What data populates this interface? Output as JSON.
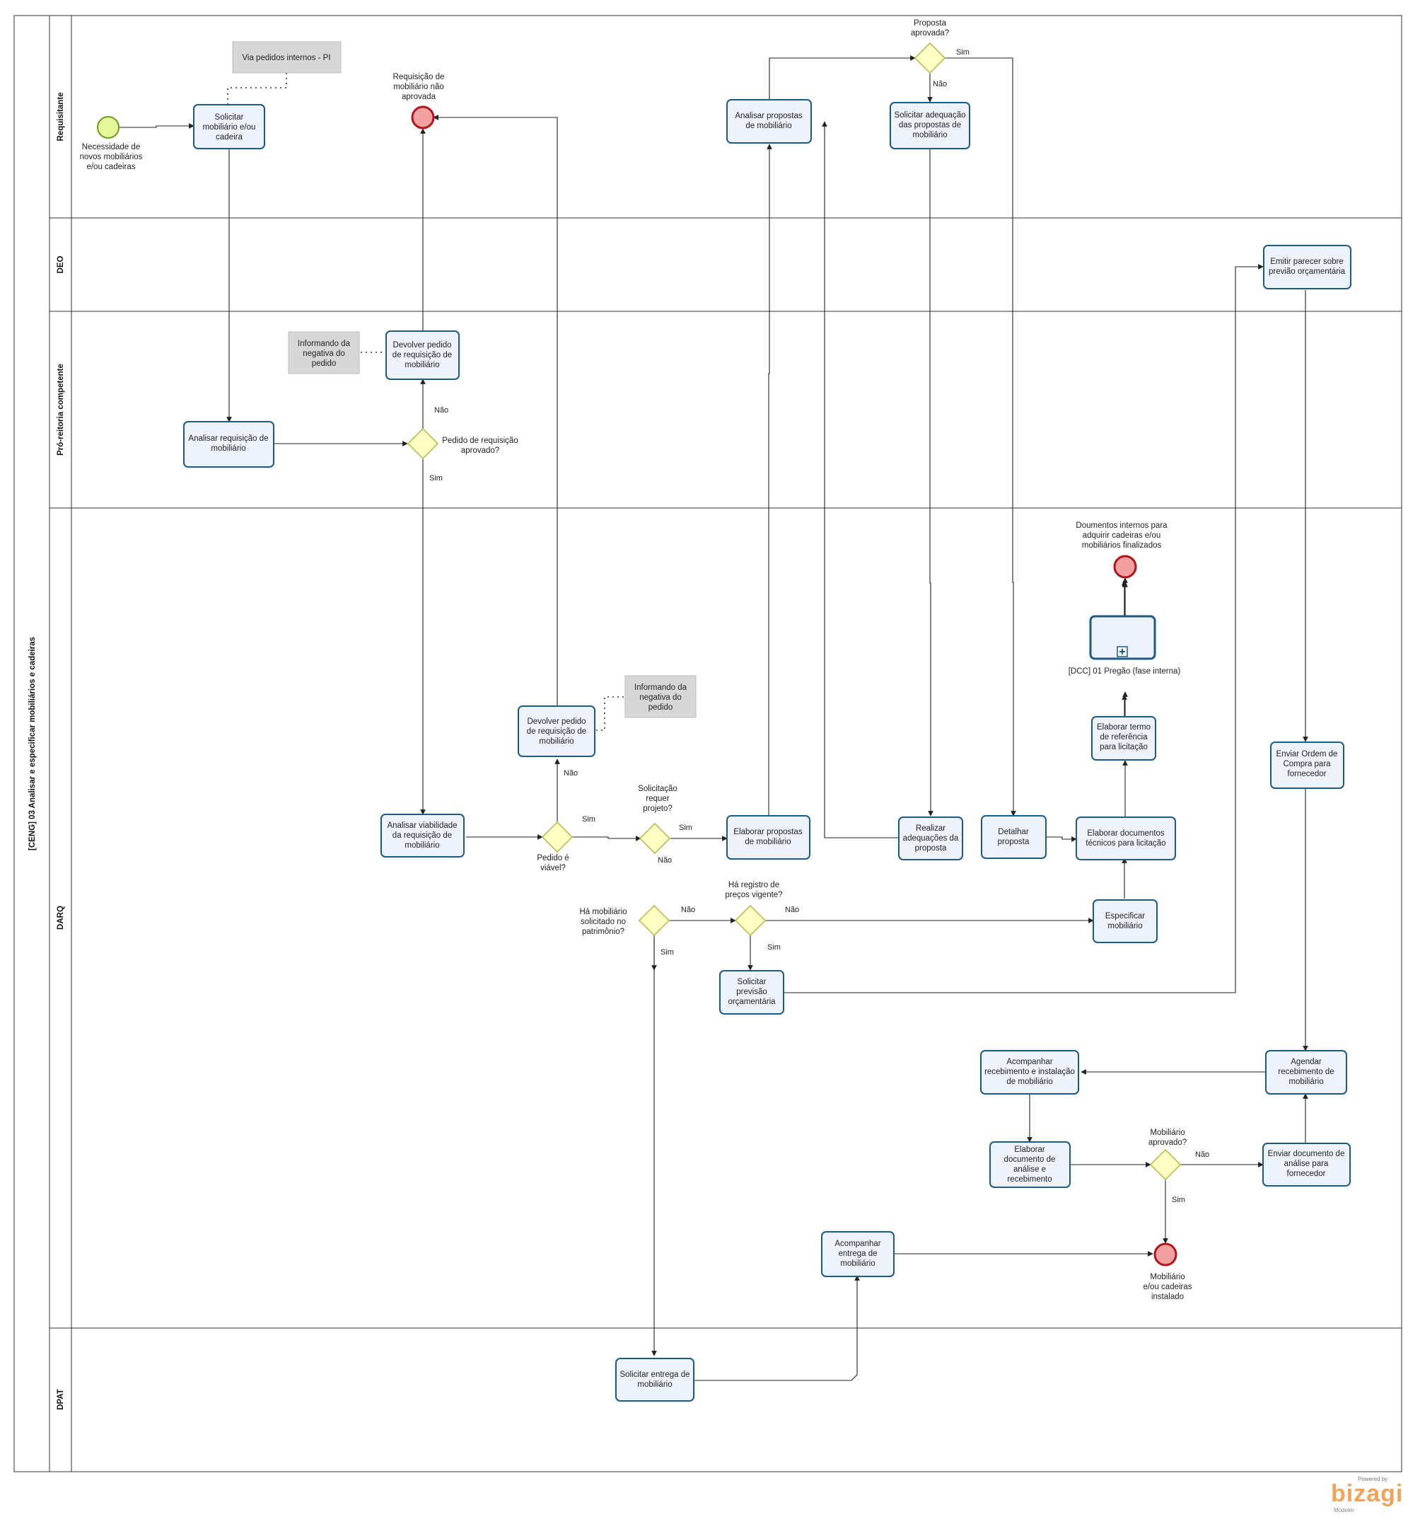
{
  "pool": {
    "title": "[CENG] 03 Analisar e especificar mobiliários e cadeiras"
  },
  "lanes": {
    "requisitante": "Requisitante",
    "deo": "DEO",
    "pro_reitoria": "Pró-reitoria competente",
    "darq": "DARQ",
    "dpat": "DPAT"
  },
  "events": {
    "start": [
      "Necessidade de",
      "novos mobiliários",
      "e/ou cadeiras"
    ],
    "end_nao_aprovada": [
      "Requisição de",
      "mobiliário não",
      "aprovada"
    ],
    "end_documentos": [
      "Doumentos internos para",
      "adquirir cadeiras e/ou",
      "mobiliários finalizados"
    ],
    "end_instalado": [
      "Mobiliário",
      "e/ou cadeiras",
      "instalado"
    ]
  },
  "tasks": {
    "solicitar_mobiliario": [
      "Solicitar",
      "mobiliário  e/ou",
      "cadeira"
    ],
    "analisar_requisicao": [
      "Analisar requisição de",
      "mobiliário"
    ],
    "devolver_pedido_pr": [
      "Devolver pedido",
      "de requisição de",
      "mobiliário"
    ],
    "analisar_propostas": [
      "Analisar propostas",
      "de mobiliário"
    ],
    "solicitar_adequacao": [
      "Solicitar adequação",
      "das propostas de",
      "mobiliário"
    ],
    "emitir_parecer": [
      "Emitir parecer sobre",
      "previão orçamentária"
    ],
    "analisar_viabilidade": [
      "Analisar viabilidade",
      "da requisição de",
      "mobiliário"
    ],
    "devolver_pedido_darq": [
      "Devolver pedido",
      "de requisição de",
      "mobiliário"
    ],
    "elaborar_propostas": [
      "Elaborar propostas",
      "de mobiliário"
    ],
    "realizar_adequacoes": [
      "Realizar",
      "adequações da",
      "proposta"
    ],
    "detalhar_proposta": [
      "Detalhar",
      "proposta"
    ],
    "elaborar_documentos": [
      "Elaborar documentos",
      "técnicos para licitação"
    ],
    "elaborar_termo": [
      "Elaborar termo",
      "de referência",
      "para licitação"
    ],
    "especificar_mobiliario": [
      "Especificar",
      "mobiliário"
    ],
    "solicitar_previsao": [
      "Solicitar",
      "previsão",
      "orçamentária"
    ],
    "enviar_ordem": [
      "Enviar Ordem de",
      "Compra para",
      "fornecedor"
    ],
    "agendar_recebimento": [
      "Agendar",
      "recebimento de",
      "mobiliário"
    ],
    "acompanhar_recebimento": [
      "Acompanhar",
      "recebimento e instalação",
      "de mobiliário"
    ],
    "elaborar_documento_analise": [
      "Elaborar",
      "documento de",
      "análise e",
      "recebimento"
    ],
    "enviar_documento_analise": [
      "Enviar documento de",
      "análise para",
      "fornecedor"
    ],
    "acompanhar_entrega": [
      "Acompanhar",
      "entrega de",
      "mobiliário"
    ],
    "solicitar_entrega": [
      "Solicitar entrega de",
      "mobiliário"
    ]
  },
  "subprocess": {
    "label": "[DCC] 01 Pregão  (fase interna)"
  },
  "gateways": {
    "pedido_aprovado": [
      "Pedido de requisição",
      "aprovado?"
    ],
    "proposta_aprovada": [
      "Proposta",
      "aprovada?"
    ],
    "pedido_viavel": [
      "Pedido é",
      "viável?"
    ],
    "requer_projeto": [
      "Solicitação",
      "requer",
      "projeto?"
    ],
    "mobiliario_patrimonio": [
      "Há mobiliário",
      "solicitado no",
      "patrimônio?"
    ],
    "registro_precos": [
      "Há registro de",
      "preços vigente?"
    ],
    "mobiliario_aprovado": [
      "Mobiliário",
      "aprovado?"
    ]
  },
  "annotations": {
    "via_pedidos": [
      "Via pedidos internos - PI"
    ],
    "negativa_pr": [
      "Informando da",
      "negativa do",
      "pedido"
    ],
    "negativa_darq": [
      "Informando da",
      "negativa do",
      "pedido"
    ]
  },
  "flow_labels": {
    "sim": "Sim",
    "nao": "Não"
  },
  "watermark": {
    "powered": "Powered by",
    "brand": "bizagi",
    "product": "Modeler"
  },
  "colors": {
    "task_fill": "#eef3fb",
    "task_stroke": "#1c5a87",
    "gateway_fill": "#ffffc4",
    "gateway_stroke": "#b6b642",
    "start_fill": "#e5f79b",
    "start_stroke": "#6d9b1e",
    "end_fill": "#f2a0a0",
    "end_stroke": "#b5121b",
    "annotation_fill": "#d7d7d7",
    "brand": "#f2a35a"
  }
}
